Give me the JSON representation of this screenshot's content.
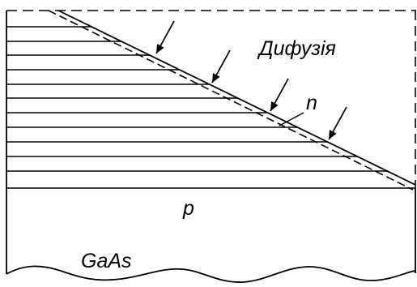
{
  "labels": {
    "diffusion": "Дифузія",
    "n_region": "n",
    "p_region": "p",
    "material": "GaAs"
  },
  "colors": {
    "ink": "#000000",
    "background": "#ffffff"
  },
  "diffusion_arrow_count": 4
}
